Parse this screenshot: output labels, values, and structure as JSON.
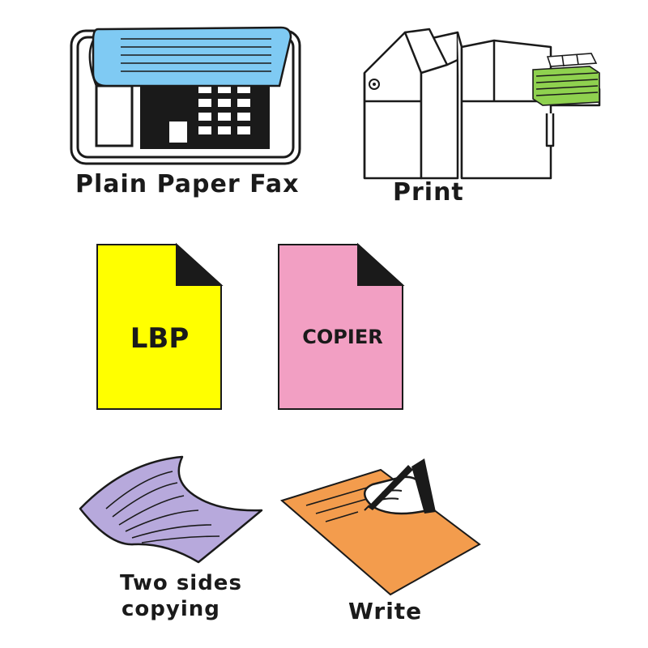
{
  "labels": {
    "fax": "Plain Paper Fax",
    "print": "Print",
    "lbp": "LBP",
    "copier": "COPIER",
    "two_sides_line1": "Two sides",
    "two_sides_line2": "copying",
    "write": "Write"
  },
  "colors": {
    "fax_paper": "#7fcaf3",
    "print_stack": "#8fd14f",
    "lbp_sheet": "#ffff00",
    "copier_sheet": "#f29fc3",
    "two_sides_sheet": "#b7a9dc",
    "write_sheet": "#f39c4d",
    "ink": "#1a1a1a"
  },
  "icons": {
    "fax": "fax-machine-icon",
    "print": "printer-icon",
    "lbp": "document-icon",
    "copier": "document-icon",
    "two_sides": "curled-paper-icon",
    "write": "hand-writing-icon"
  }
}
